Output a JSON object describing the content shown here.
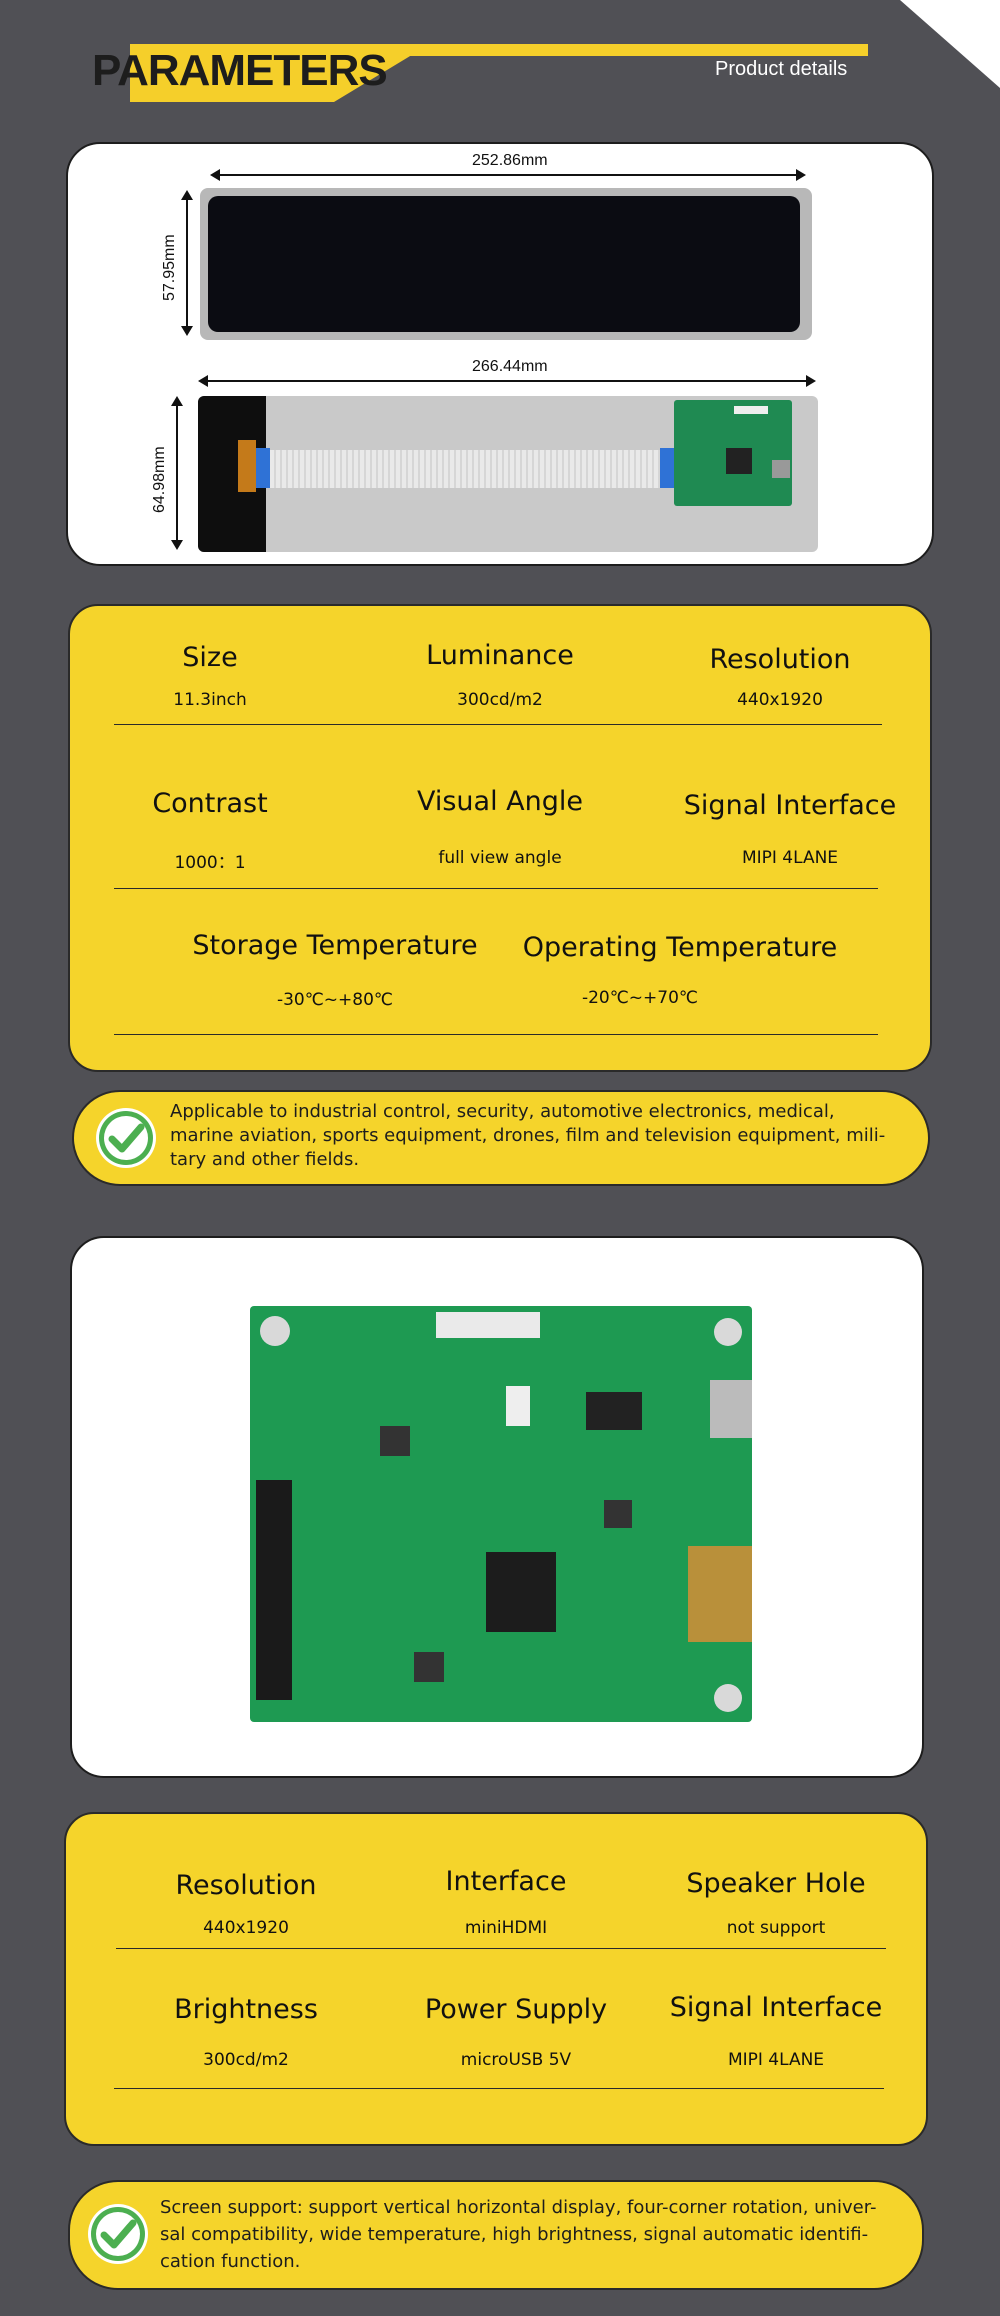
{
  "header": {
    "title": "PARAMETERS",
    "subtitle": "Product details"
  },
  "dimensions": {
    "screen_width": "252.86mm",
    "screen_height": "57.95mm",
    "module_width": "266.44mm",
    "module_height": "64.98mm"
  },
  "specs": [
    {
      "label": "Size",
      "value": "11.3inch"
    },
    {
      "label": "Luminance",
      "value": "300cd/m2"
    },
    {
      "label": "Resolution",
      "value": "440x1920"
    },
    {
      "label": "Contrast",
      "value": "1000：1"
    },
    {
      "label": "Visual Angle",
      "value": "full view angle"
    },
    {
      "label": "Signal Interface",
      "value": "MIPI 4LANE"
    },
    {
      "label": "Storage Temperature",
      "value": "-30℃~+80℃"
    },
    {
      "label": "Operating Temperature",
      "value": "-20℃~+70℃"
    }
  ],
  "applications": "Applicable to industrial control, security, automotive electronics, medical, marine aviation, sports equipment, drones, film and television equipment, military and other fields.",
  "applications_lines": [
    "Applicable to industrial control, security, automotive electronics, medical,",
    "marine aviation, sports equipment, drones, film and television equipment, mili-",
    "tary and other fields."
  ],
  "board_specs": [
    {
      "label": "Resolution",
      "value": "440x1920"
    },
    {
      "label": "Interface",
      "value": "miniHDMI"
    },
    {
      "label": "Speaker Hole",
      "value": "not support"
    },
    {
      "label": "Brightness",
      "value": "300cd/m2"
    },
    {
      "label": "Power Supply",
      "value": "microUSB 5V"
    },
    {
      "label": "Signal Interface",
      "value": "MIPI 4LANE"
    }
  ],
  "screen_support_lines": [
    "Screen support: support vertical horizontal display, four-corner rotation, univer-",
    "sal compatibility, wide temperature, high brightness, signal automatic identifi-",
    "cation function."
  ],
  "colors": {
    "background": "#505055",
    "accent": "#f5d42b",
    "check": "#4caf50"
  },
  "icons": {
    "check": "check-circle-icon"
  }
}
